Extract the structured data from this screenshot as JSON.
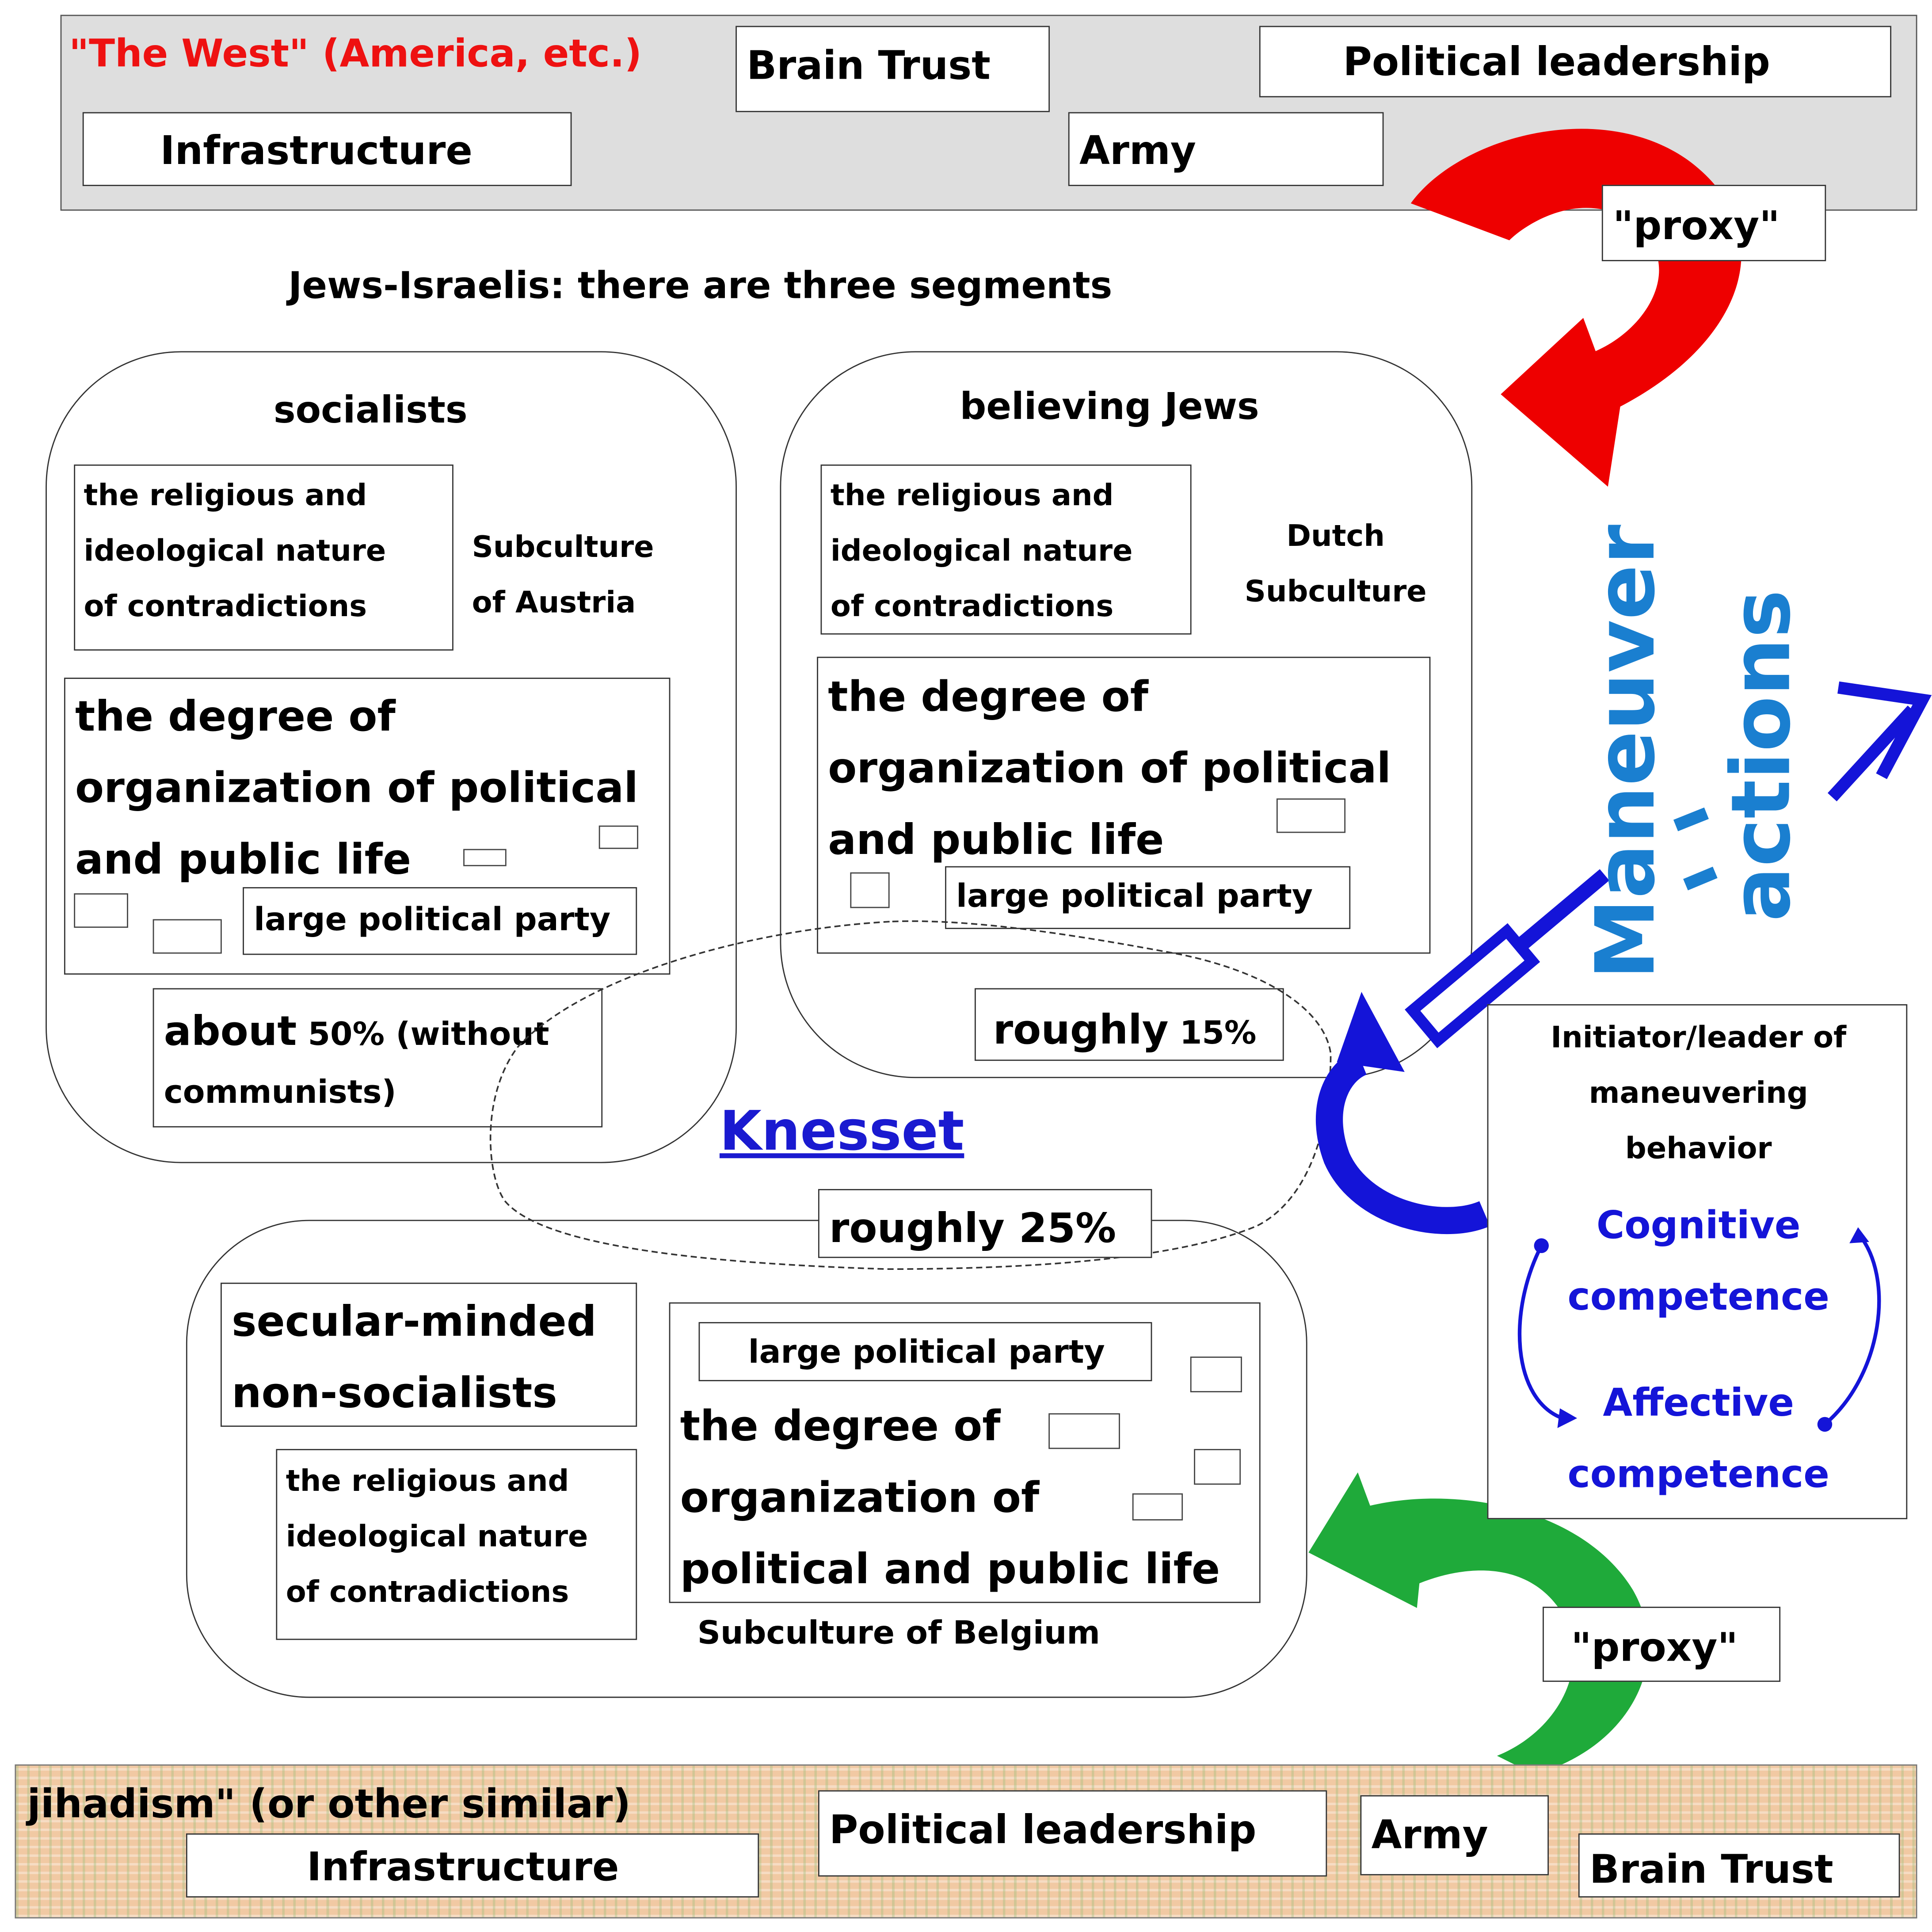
{
  "top_band": {
    "title": "\"The West\" (America, etc.)",
    "brain_trust": "Brain Trust",
    "political_leadership": "Political leadership",
    "infrastructure": "Infrastructure",
    "army": "Army",
    "proxy": "\"proxy\""
  },
  "heading": "Jews-Israelis: there are three segments",
  "segments": {
    "socialists": {
      "title": "socialists",
      "religious": "the religious and\nideological nature\nof contradictions",
      "subculture": "Subculture\nof Austria",
      "degree": "the degree of\norganization of political\nand public life",
      "party": "large political party",
      "share_bold": "about",
      "share_rest": " 50% (without",
      "share_line2": "communists)"
    },
    "believing": {
      "title": "believing Jews",
      "religious": "the religious and\nideological nature\nof contradictions",
      "subculture": "Dutch\nSubculture",
      "degree": "the degree of\norganization of political\nand public life",
      "party": "large political party",
      "share_bold": "roughly",
      "share_rest": " 15%"
    },
    "secular": {
      "title": "secular-minded\nnon-socialists",
      "religious": "the religious and\nideological nature\nof contradictions",
      "party": "large political party",
      "degree": "the degree of\norganization of\npolitical and public life",
      "subculture": "Subculture of Belgium",
      "share": "roughly 25%"
    }
  },
  "knesset": "Knesset",
  "maneuver": "Maneuver",
  "actions": "actions",
  "initiator": {
    "title": "Initiator/leader of\nmaneuvering\nbehavior",
    "cognitive": "Cognitive\ncompetence",
    "affective": "Affective\ncompetence"
  },
  "bottom_band": {
    "title": "jihadism\" (or other similar)",
    "infrastructure": "Infrastructure",
    "political_leadership": "Political leadership",
    "army": "Army",
    "brain_trust": "Brain Trust",
    "proxy": "\"proxy\""
  },
  "colors": {
    "west_title": "#ee1111",
    "knesset": "#1a1ad0",
    "maneuver_blue": "#1a7fd0",
    "arrow_blue": "#1414d8",
    "arrow_red": "#ee0000",
    "arrow_green": "#1faa3a",
    "band_top": "#dedede",
    "band_bottom": "#f1c9a3"
  }
}
